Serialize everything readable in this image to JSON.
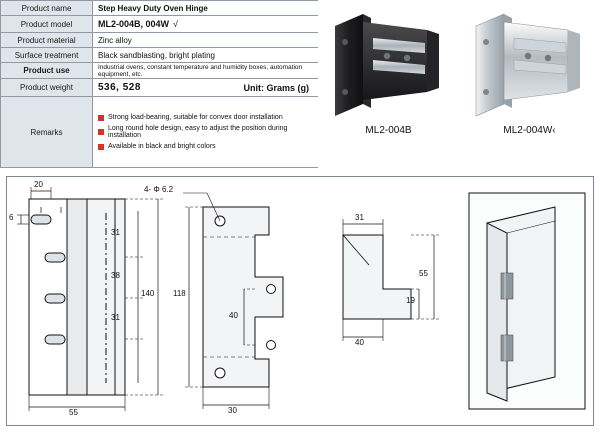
{
  "spec": {
    "rows": [
      {
        "label": "Product name",
        "value": "Step Heavy Duty Oven Hinge"
      },
      {
        "label": "Product model",
        "value": "ML2-004B, 004W"
      },
      {
        "label": "Product material",
        "value": "Zinc alloy"
      },
      {
        "label": "Surface treatment",
        "value": "Black sandblasting, bright plating"
      },
      {
        "label": "Product use",
        "value": "Industrial ovens, constant temperature and humidity boxes, automation equipment, etc."
      },
      {
        "label": "Product weight",
        "value": "536, 528"
      },
      {
        "label": "Remarks",
        "value": ""
      }
    ],
    "model_check": "√",
    "weight_unit": "Unit: Grams (g)",
    "remarks": [
      "Strong load-bearing, suitable for convex door installation",
      "Long round hole design, easy to adjust the position during installation",
      "Available in black and bright colors"
    ],
    "accent_color": "#d0342c",
    "label_bg": "#dfe5ea",
    "border_color": "#8f9aa6"
  },
  "photos": [
    {
      "caption": "ML2-004B",
      "finish": "black"
    },
    {
      "caption": "ML2-004W‹",
      "finish": "bright"
    }
  ],
  "drawing": {
    "front": {
      "dims": [
        "20",
        "6",
        "55",
        "31",
        "38",
        "31",
        "140"
      ],
      "slot_count": 4
    },
    "side": {
      "dims": [
        "4- Φ 6.2",
        "118",
        "40",
        "30"
      ]
    },
    "section": {
      "dims": [
        "31",
        "55",
        "19",
        "40"
      ]
    },
    "install": {
      "label": ""
    }
  }
}
